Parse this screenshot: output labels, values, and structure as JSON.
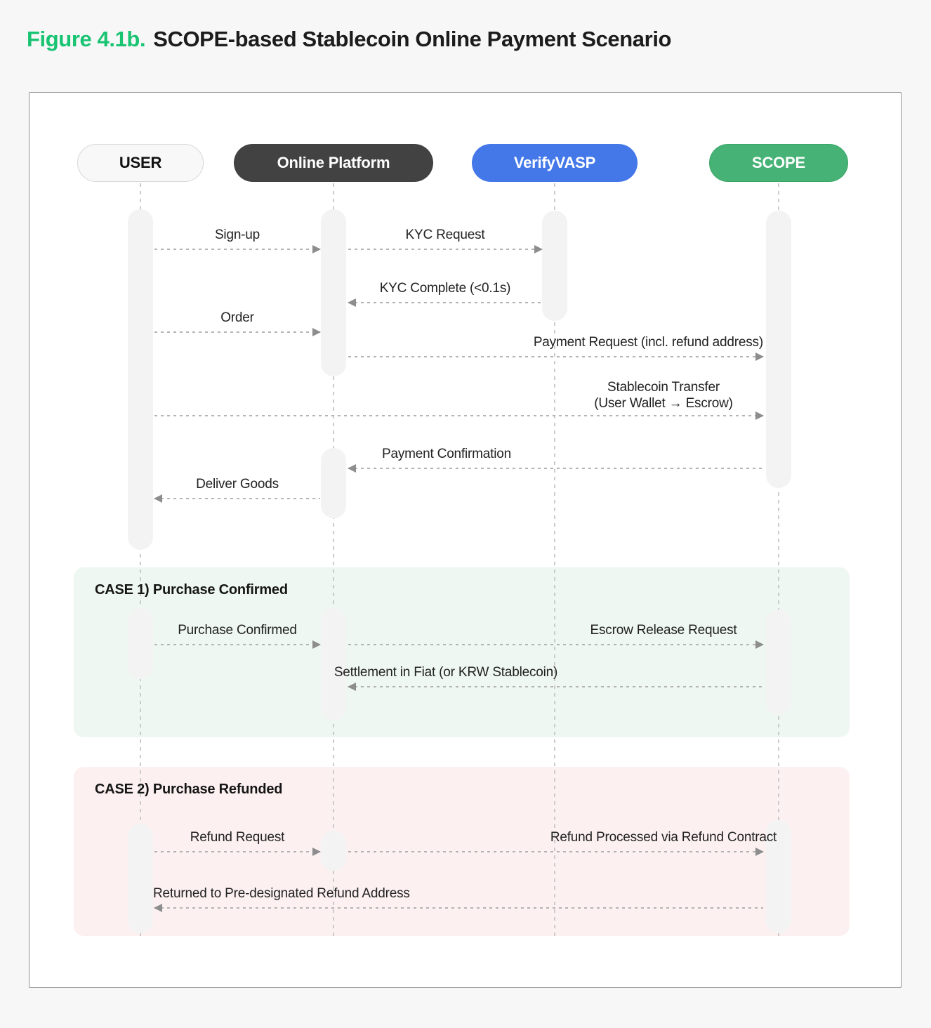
{
  "figure": {
    "label": "Figure 4.1b.",
    "title": "SCOPE-based Stablecoin Online Payment Scenario"
  },
  "actors": [
    {
      "id": "user",
      "label": "USER"
    },
    {
      "id": "online-platform",
      "label": "Online Platform"
    },
    {
      "id": "verifyvasp",
      "label": "VerifyVASP"
    },
    {
      "id": "scope",
      "label": "SCOPE"
    }
  ],
  "sections": [
    {
      "id": "case1",
      "title": "CASE 1) Purchase Confirmed"
    },
    {
      "id": "case2",
      "title": "CASE 2) Purchase Refunded"
    }
  ],
  "messages": [
    {
      "label": "Sign-up",
      "from": "USER",
      "to": "Online Platform"
    },
    {
      "label": "KYC Request",
      "from": "Online Platform",
      "to": "VerifyVASP"
    },
    {
      "label": "KYC Complete (<0.1s)",
      "from": "VerifyVASP",
      "to": "Online Platform"
    },
    {
      "label": "Order",
      "from": "USER",
      "to": "Online Platform"
    },
    {
      "label": "Payment Request (incl. refund address)",
      "from": "Online Platform",
      "to": "SCOPE"
    },
    {
      "label": "Stablecoin Transfer\n(User Wallet → Escrow)",
      "from": "USER",
      "to": "SCOPE"
    },
    {
      "label": "Payment Confirmation",
      "from": "SCOPE",
      "to": "Online Platform"
    },
    {
      "label": "Deliver Goods",
      "from": "Online Platform",
      "to": "USER"
    },
    {
      "label": "Purchase Confirmed",
      "from": "USER",
      "to": "Online Platform",
      "section": "CASE 1"
    },
    {
      "label": "Escrow Release Request",
      "from": "Online Platform",
      "to": "SCOPE",
      "section": "CASE 1"
    },
    {
      "label": "Settlement in Fiat (or KRW Stablecoin)",
      "from": "SCOPE",
      "to": "Online Platform",
      "section": "CASE 1"
    },
    {
      "label": "Refund Request",
      "from": "USER",
      "to": "Online Platform",
      "section": "CASE 2"
    },
    {
      "label": "Refund Processed via Refund Contract",
      "from": "Online Platform",
      "to": "SCOPE",
      "section": "CASE 2"
    },
    {
      "label": "Returned to Pre-designated Refund Address",
      "from": "SCOPE",
      "to": "USER",
      "section": "CASE 2"
    }
  ],
  "colors": {
    "page-bg": "#f7f7f8",
    "figure-green": "#18c472",
    "pill-op-bg": "#424242",
    "pill-vv-bg": "#4478e8",
    "pill-scope-bg": "#47b275",
    "case1-bg": "#eef7f2",
    "case2-bg": "#fcf1f0"
  }
}
